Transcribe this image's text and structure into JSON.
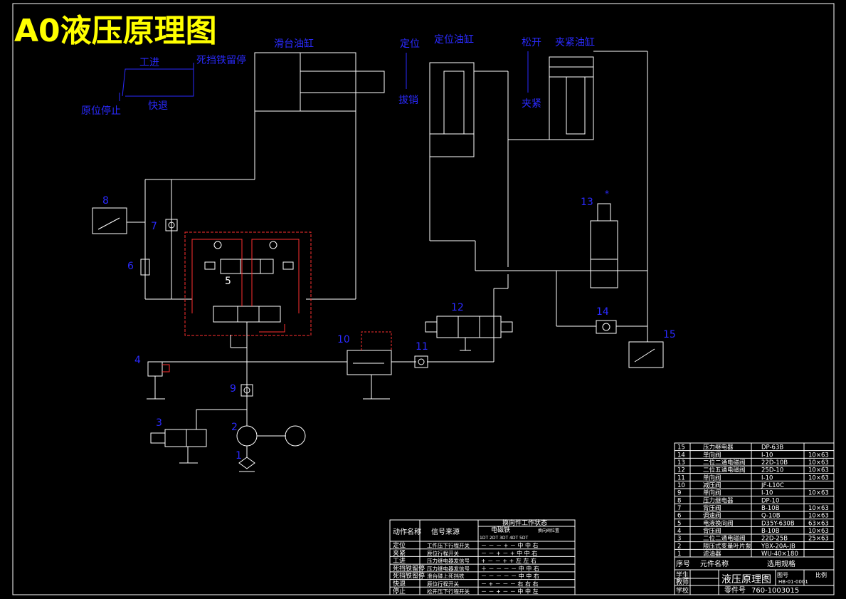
{
  "title": "A0液压原理图",
  "cylinders": {
    "slide": "滑台油缸",
    "locate": "定位油缸",
    "clamp": "夹紧油缸"
  },
  "motion": {
    "work_feed": "工进",
    "dead_stop": "死挡铁留停",
    "home_stop": "原位停止",
    "fast_return": "快退",
    "locate": "定位",
    "pull_pin": "拔销",
    "release": "松开",
    "clamp": "夹紧"
  },
  "numbers": {
    "n1": "1",
    "n2": "2",
    "n3": "3",
    "n4": "4",
    "n5": "5",
    "n6": "6",
    "n7": "7",
    "n8": "8",
    "n9": "9",
    "n10": "10",
    "n11": "11",
    "n12": "12",
    "n13": "13",
    "n14": "14",
    "n15": "15",
    "star": "*"
  },
  "parts_table": {
    "rows": [
      {
        "no": "15",
        "name": "压力继电器",
        "model": "DP-63B",
        "spec": ""
      },
      {
        "no": "14",
        "name": "单向阀",
        "model": "I-10",
        "spec": "10×63"
      },
      {
        "no": "13",
        "name": "二位二通电磁阀",
        "model": "22D-10B",
        "spec": "10×63"
      },
      {
        "no": "12",
        "name": "二位五通电磁阀",
        "model": "25D-10",
        "spec": "10×63"
      },
      {
        "no": "11",
        "name": "单向阀",
        "model": "I-10",
        "spec": "10×63"
      },
      {
        "no": "10",
        "name": "减压阀",
        "model": "JF-L10C",
        "spec": ""
      },
      {
        "no": "9",
        "name": "单向阀",
        "model": "I-10",
        "spec": "10×63"
      },
      {
        "no": "8",
        "name": "压力继电器",
        "model": "DP-10",
        "spec": ""
      },
      {
        "no": "7",
        "name": "背压阀",
        "model": "B-10B",
        "spec": "10×63"
      },
      {
        "no": "6",
        "name": "调速阀",
        "model": "Q-10B",
        "spec": "10×63"
      },
      {
        "no": "5",
        "name": "电液换向阀",
        "model": "D35Y-630B",
        "spec": "63×63"
      },
      {
        "no": "4",
        "name": "背压阀",
        "model": "B-10B",
        "spec": "10×63"
      },
      {
        "no": "3",
        "name": "二位二通电磁阀",
        "model": "22D-25B",
        "spec": "25×63"
      },
      {
        "no": "2",
        "name": "限压式变量叶片泵",
        "model": "YBX-20A-JB",
        "spec": ""
      },
      {
        "no": "1",
        "name": "滤油器",
        "model": "WU-40×180",
        "spec": ""
      }
    ],
    "footer": {
      "no": "序号",
      "name": "元件名称",
      "model": "选用规格"
    }
  },
  "title_block": {
    "student": "学生",
    "teacher": "教师",
    "school": "学校",
    "title": "液压原理图",
    "sheet": "图号",
    "scale": "比例",
    "code": "HB-01-0001",
    "part_no": "零件号",
    "part_no_value": "760-1003015"
  },
  "action_table": {
    "header_action": "动作名称",
    "header_signal": "信号来源",
    "header_state": "换向件工作状态",
    "sub_solenoid": "电磁铁",
    "sub_valve": "换向阀位置",
    "sub_cols": "1DT 2DT 3DT 4DT 5DT",
    "rows": [
      {
        "action": "定位",
        "signal": "工件压下行程开关",
        "state": "－ － － + － 中 中 右"
      },
      {
        "action": "夹紧",
        "signal": "原位行程开关",
        "state": "－ － + － + 中 中 右"
      },
      {
        "action": "工进",
        "signal": "压力继电器发信号",
        "state": "+ － － + + 左 左 右"
      },
      {
        "action": "死挡铁留停",
        "signal": "压力继电器发信号",
        "state": "＋ － － － － 中 中 右"
      },
      {
        "action": "死挡铁留停",
        "signal": "滑台碰上死挡铁",
        "state": "－ － － － － 中 中 右"
      },
      {
        "action": "快退",
        "signal": "原位行程开关",
        "state": "－ + － － － 右 右 右"
      },
      {
        "action": "停止",
        "signal": "松开压下行程开关",
        "state": "－ － + － － 中 中 左"
      }
    ]
  },
  "colors": {
    "line": "#ffffff",
    "label": "#2a2aff",
    "title": "#ffff00",
    "dash": "#ff3030"
  }
}
